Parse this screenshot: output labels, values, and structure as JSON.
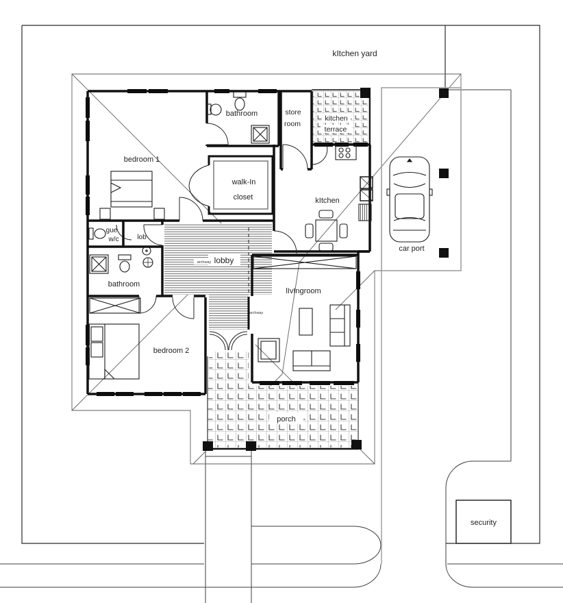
{
  "plan": {
    "labels": {
      "kitchen_yard": "kItchen yard",
      "bedroom1": "bedroom 1",
      "bathroom_top": "bathroom",
      "store_room_line1": "store",
      "store_room_line2": "room",
      "kitchen_terrace_line1": "kitchen",
      "kitchen_terrace_line2": "terrace",
      "walk_in_closet_line1": "walk-In",
      "walk_in_closet_line2": "closet",
      "kitchen": "kItchen",
      "car_port": "car port",
      "guest_wc_line1": "gue",
      "guest_wc_line2": "w/c",
      "lob": "lob",
      "lobby": "lobby",
      "archway_left": "archway",
      "archway_right": "archway",
      "bathroom_bottom": "bathroom",
      "bedroom2": "bedroom 2",
      "livingroom": "lIvIngroom",
      "porch": "porch",
      "security": "security"
    },
    "colors": {
      "ink": "#1a1a1a",
      "wall": "#111111",
      "roof_line": "#666666",
      "slab_gray": "#9a9a9a",
      "tile": "#3a3a3a",
      "background": "#ffffff"
    }
  }
}
